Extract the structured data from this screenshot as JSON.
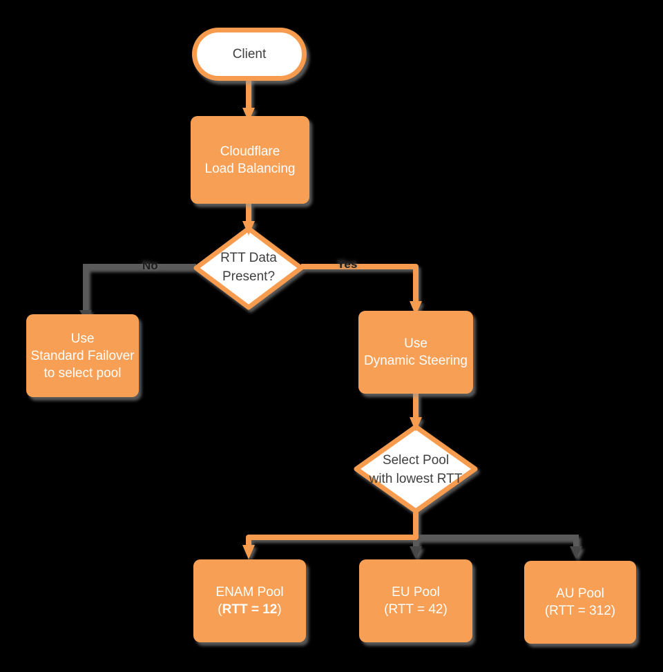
{
  "diagram": {
    "title_hint": "Cloudflare Load Balancing decision flowchart",
    "colors": {
      "background": "#000000",
      "node_fill": "#F7A055",
      "node_border": "#F79C4F",
      "node_text": "#FFFFFF",
      "decision_fill": "#FFFFFF",
      "decision_text": "#3F3F3F",
      "alt_edge": "#5A5A5B"
    }
  },
  "nodes": {
    "client": {
      "label": "Client"
    },
    "load_balancer": {
      "line1": "Cloudflare",
      "line2": "Load Balancing"
    },
    "rtt_decision": {
      "line1": "RTT Data",
      "line2": "Present?"
    },
    "standard_failover": {
      "line1": "Use",
      "line2": "Standard Failover",
      "line3": "to select pool"
    },
    "dynamic_steering": {
      "line1": "Use",
      "line2": "Dynamic Steering"
    },
    "select_pool": {
      "line1": "Select Pool",
      "line2": "with lowest RTT"
    },
    "enam_pool": {
      "line1": "ENAM Pool",
      "line2_open": "(",
      "line2_value": "RTT = 12",
      "line2_close": ")"
    },
    "eu_pool": {
      "line1": "EU Pool",
      "line2": "(RTT = 42)"
    },
    "au_pool": {
      "line1": "AU Pool",
      "line2": "(RTT = 312)"
    }
  },
  "edges": {
    "no_label": "No",
    "yes_label": "Yes"
  }
}
